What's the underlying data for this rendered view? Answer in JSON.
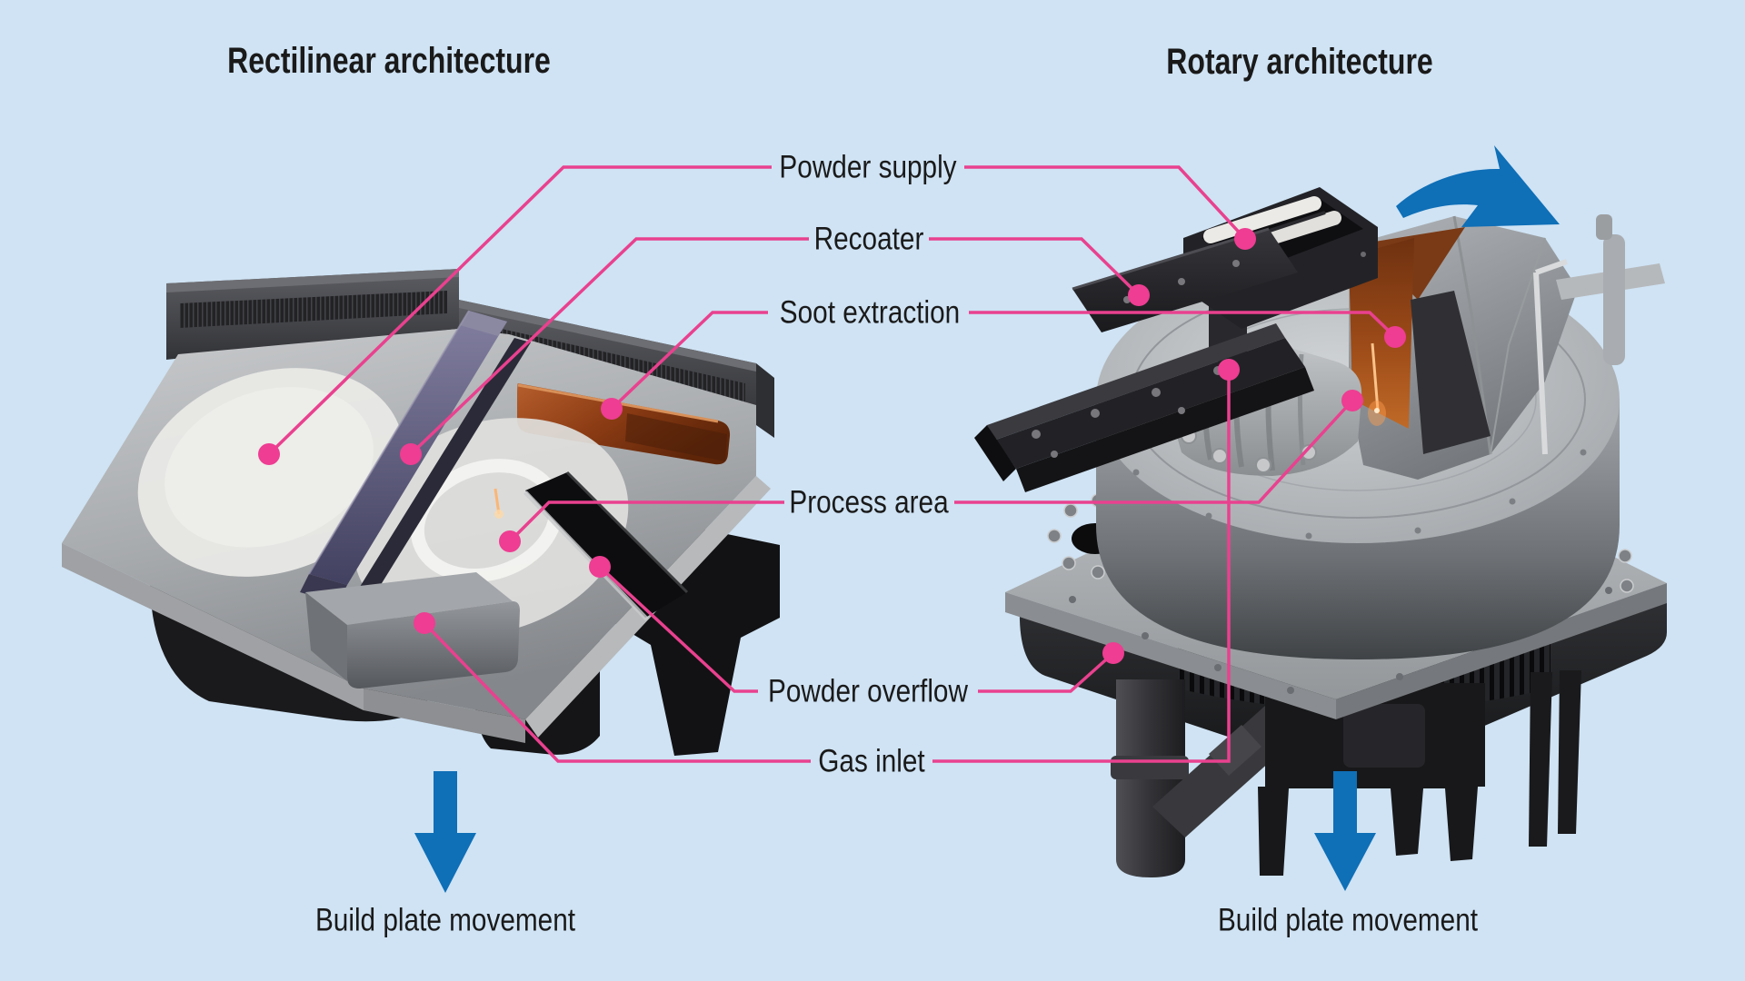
{
  "diagram": {
    "background_color": "#cfe3f4",
    "accent_pink": "#e9418f",
    "dot_pink": "#ee3d92",
    "arrow_blue": "#0f6fb7",
    "text_color": "#1a1a1a"
  },
  "left_panel": {
    "title": "Rectilinear architecture",
    "caption": "Build plate movement"
  },
  "right_panel": {
    "title": "Rotary architecture",
    "caption": "Build plate movement"
  },
  "callouts": [
    {
      "id": "powder-supply",
      "label": "Powder supply"
    },
    {
      "id": "recoater",
      "label": "Recoater"
    },
    {
      "id": "soot-extraction",
      "label": "Soot extraction"
    },
    {
      "id": "process-area",
      "label": "Process area"
    },
    {
      "id": "powder-overflow",
      "label": "Powder overflow"
    },
    {
      "id": "gas-inlet",
      "label": "Gas inlet"
    }
  ],
  "icons": {
    "left_build_arrow": "down-arrow",
    "right_build_arrow": "down-arrow",
    "rotation_arrow": "curved-rotation-arrow"
  }
}
